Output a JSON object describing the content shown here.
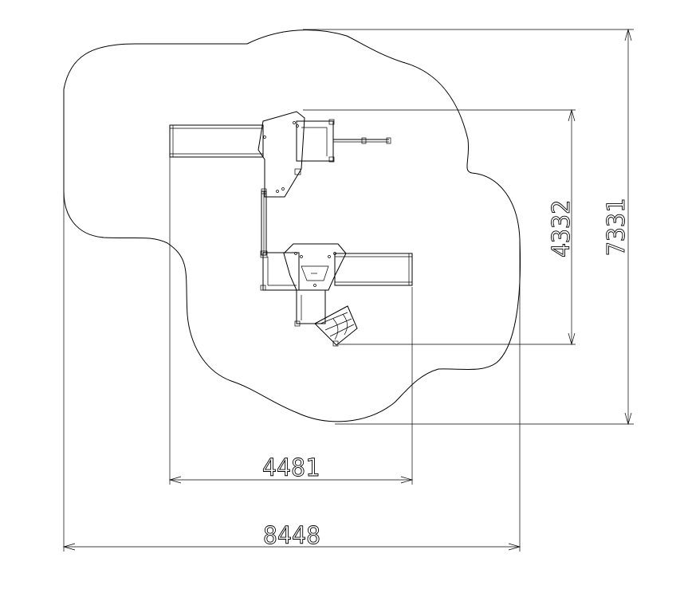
{
  "dimensions": {
    "overall_width": "8448",
    "overall_height": "7331",
    "equipment_width": "4481",
    "equipment_height": "4332"
  },
  "colors": {
    "line": "#000000",
    "background": "#ffffff",
    "fill": "#ffffff"
  }
}
